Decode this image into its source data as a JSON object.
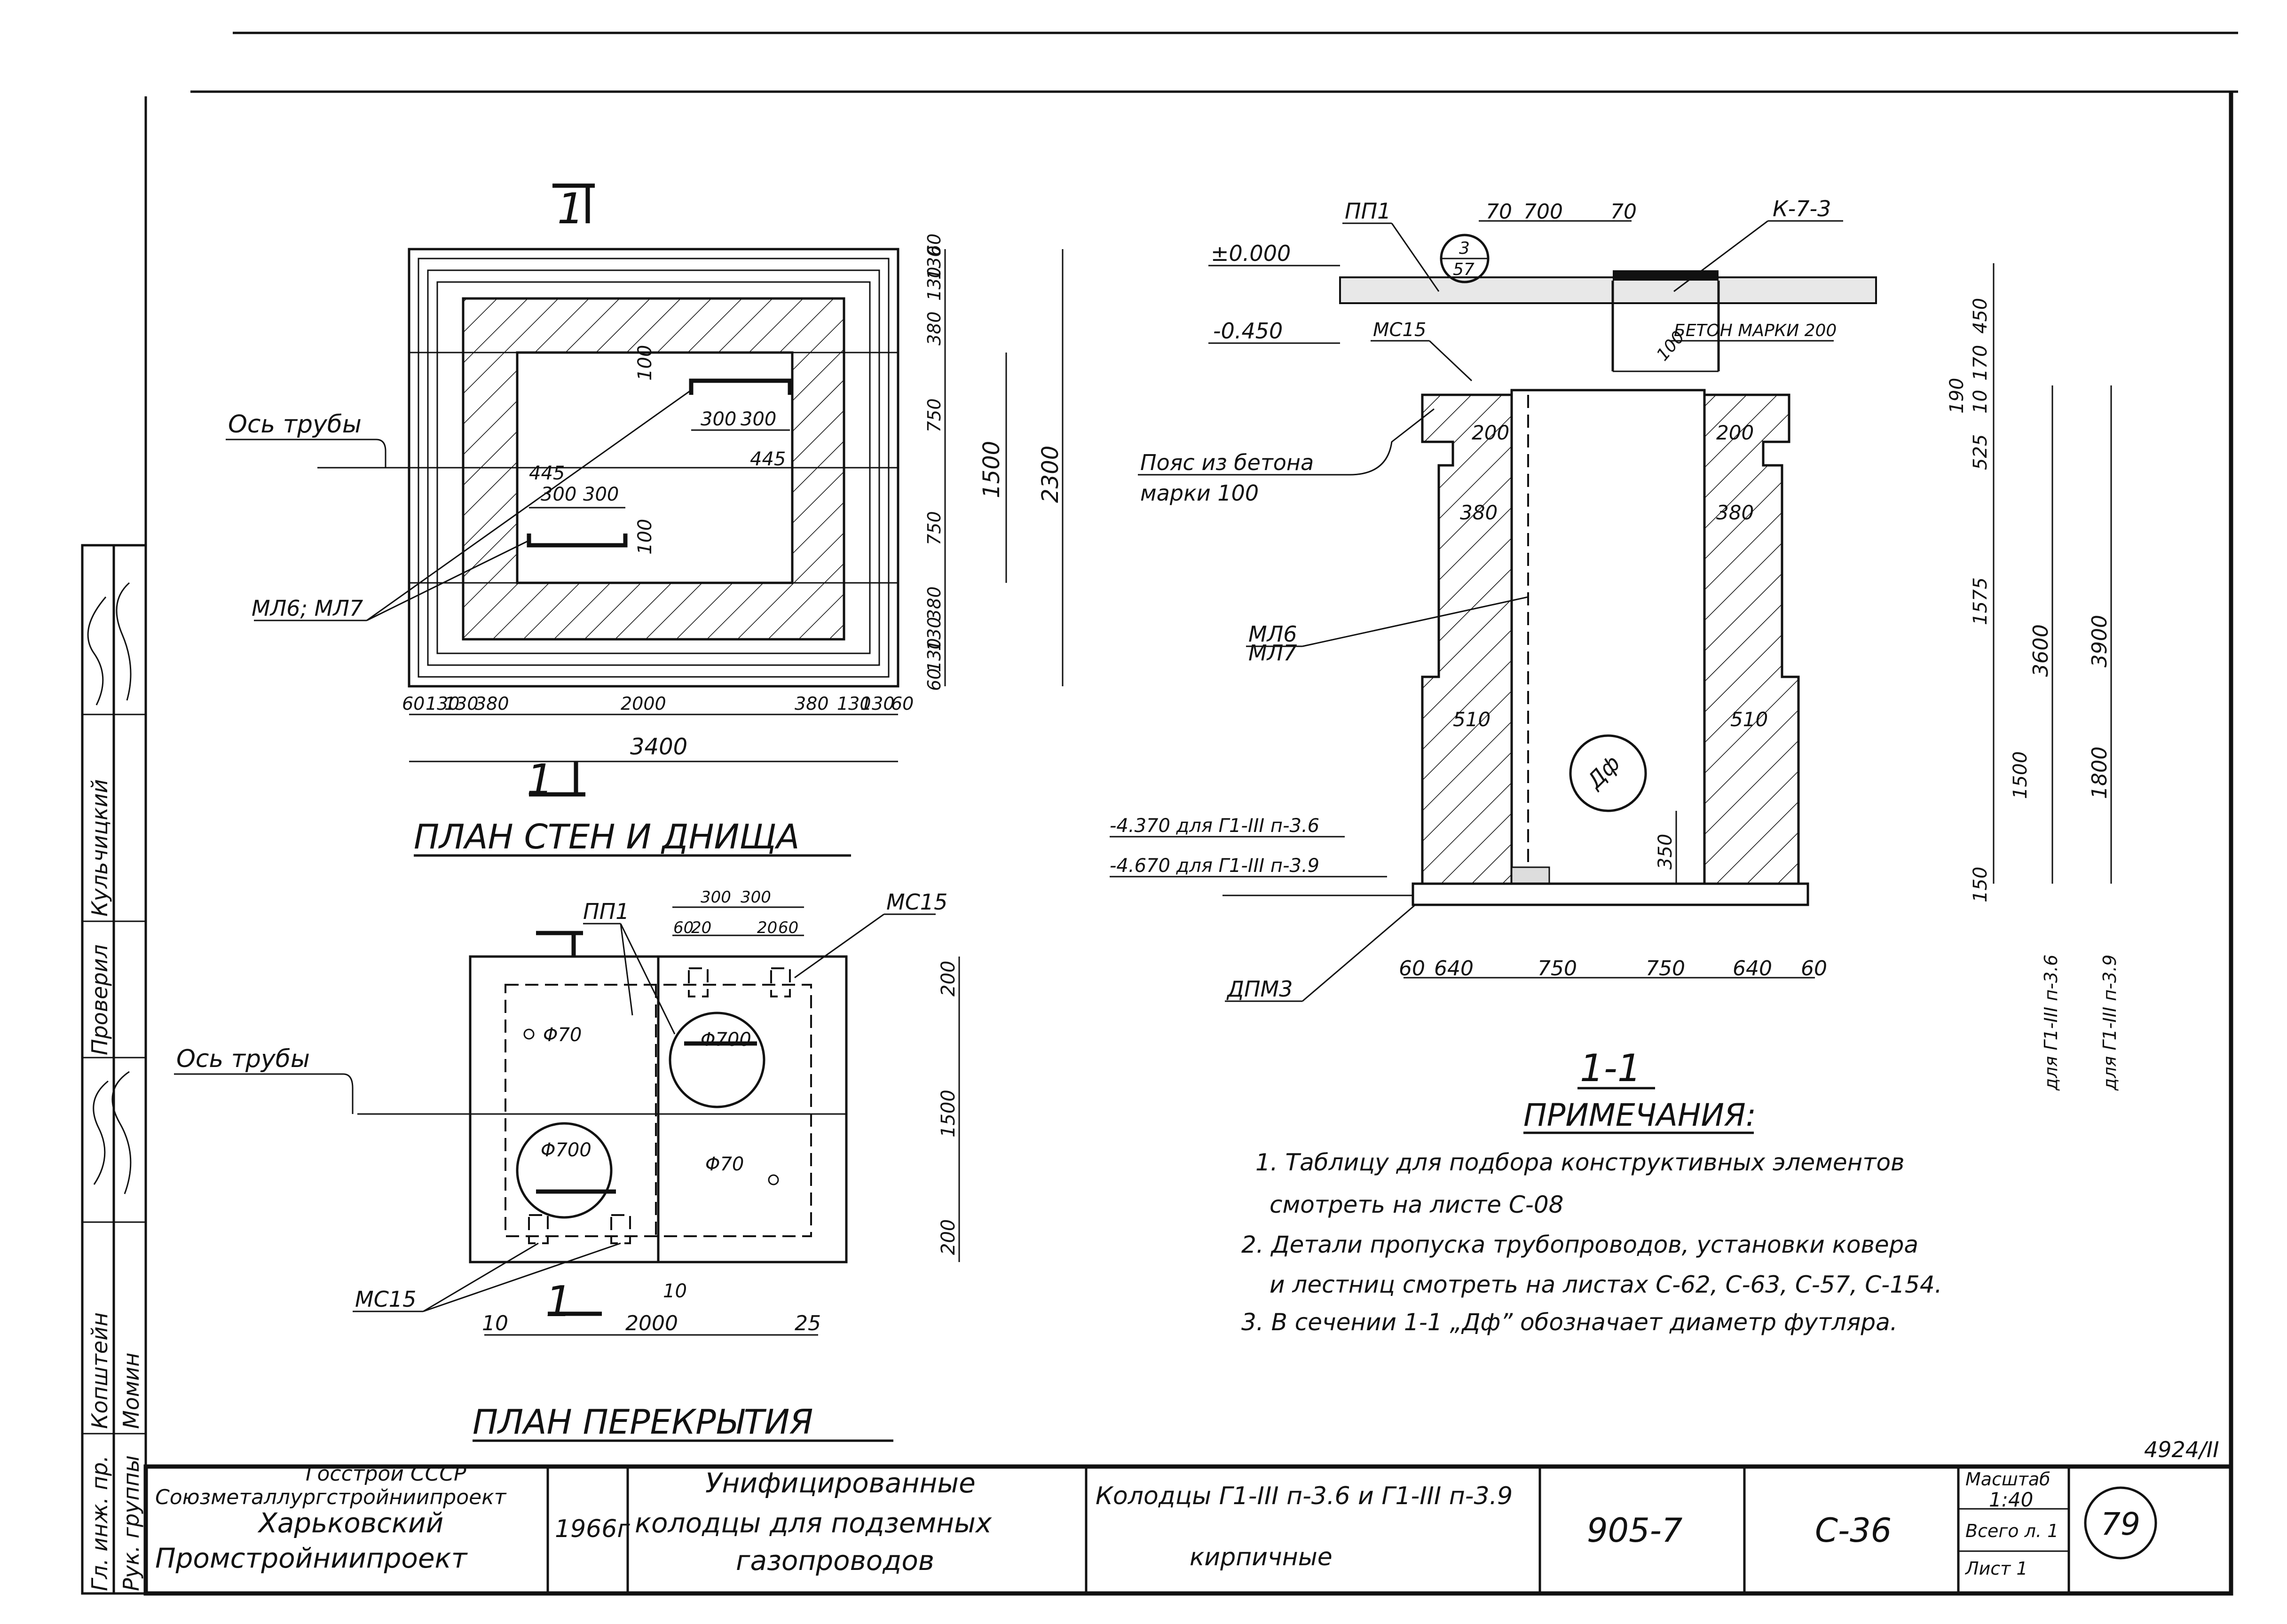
{
  "plan_walls": {
    "title": "ПЛАН  СТЕН И ДНИЩА",
    "section_mark": "1",
    "axis_label": "Ось трубы",
    "ladder_label": "МЛ6; МЛ7",
    "dims_bottom": [
      "60",
      "130",
      "130",
      "380",
      "2000",
      "380",
      "130",
      "130",
      "60"
    ],
    "dim_total_w": "3400",
    "dims_right": [
      "60",
      "130",
      "130",
      "380",
      "750",
      "750",
      "380",
      "130",
      "130",
      "60"
    ],
    "dim_total_h": "2300",
    "dim_1500": "1500",
    "inner": {
      "d100a": "100",
      "d300a": "300",
      "d300b": "300",
      "d445a": "445",
      "d445b": "445",
      "d100b": "100"
    }
  },
  "plan_cover": {
    "title": "ПЛАН  ПЕРЕКРЫТИЯ",
    "section_mark": "1",
    "axis_label": "Ось трубы",
    "pp1": "ПП1",
    "mc15_top": "МС15",
    "mc15_bottom": "МС15",
    "hole_small_1": "Φ70",
    "hole_small_2": "Φ70",
    "hole_big_1": "Φ700",
    "hole_big_2": "Φ700",
    "top_dims": [
      "60",
      "20",
      "300",
      "300",
      "20",
      "60"
    ],
    "right_dims": [
      "200",
      "1500",
      "200"
    ],
    "bottom_dims": [
      "10",
      "2000",
      "25"
    ],
    "d10": "10"
  },
  "section": {
    "title": "1-1",
    "elev_0": "±0.000",
    "elev_045": "-0.450",
    "elev_bottom_1": "-4.370 для Г1-III п-3.6",
    "elev_bottom_2": "-4.670 для Г1-III п-3.9",
    "pp1": "ПП1",
    "callout_top": "3",
    "callout_bottom": "57",
    "k73": "К-7-3",
    "mc15": "МС15",
    "concrete_200": "БЕТОН МАРКИ 200",
    "belt_line1": "Пояс из бетона",
    "belt_line2": "марки 100",
    "ml6": "МЛ6",
    "ml7": "МЛ7",
    "dlm3": "ДПМ3",
    "df": "Дф",
    "top_dims": [
      "70",
      "700",
      "70"
    ],
    "wall_dims": [
      "200",
      "200",
      "380",
      "380",
      "510",
      "510"
    ],
    "d100": "100",
    "d350": "350",
    "bottom_dims": [
      "60",
      "640",
      "750",
      "750",
      "640",
      "60"
    ],
    "right_dims": [
      "450",
      "170",
      "190",
      "10",
      "525",
      "1575",
      "1500",
      "150"
    ],
    "dim_3600": "3600",
    "dim_3900": "3900",
    "dim_1800": "1800",
    "for_36": "для Г1-III п-3.6",
    "for_39": "для Г1-III п-3.9"
  },
  "notes": {
    "heading": "ПРИМЕЧАНИЯ:",
    "lines": [
      "1. Таблицу для подбора конструктивных элементов",
      "смотреть   на   листе  С-08",
      "2. Детали   пропуска  трубопроводов, установки  ковера",
      "и  лестниц   смотреть   на   листах  С-62, С-63, С-57, С-154.",
      "3. В  сечении  1-1 „Дф” обозначает  диаметр  футляра."
    ]
  },
  "side_stamp": [
    "Гл. инж. пр.",
    "Копштейн",
    "Проверил",
    "Кульчицкий",
    "Рук. группы",
    "Момин"
  ],
  "title_block": {
    "org": [
      "Госстрой СССР",
      "Союзметаллургстройниипроект",
      "Харьковский",
      "Промстройниипроект"
    ],
    "year": "1966г",
    "series_title": [
      "Унифицированные",
      "колодцы  для  подземных",
      "газопроводов"
    ],
    "sheet_title": [
      "Колодцы Г1-III п-3.6 и Г1-III п-3.9",
      "кирпичные"
    ],
    "series_no": "905-7",
    "sheet_code": "С-36",
    "scale_label": "Масштаб",
    "scale": "1:40",
    "total_sheets": "Всего л. 1",
    "sheet_no": "Лист  1",
    "page": "79",
    "archive": "4924/II"
  }
}
